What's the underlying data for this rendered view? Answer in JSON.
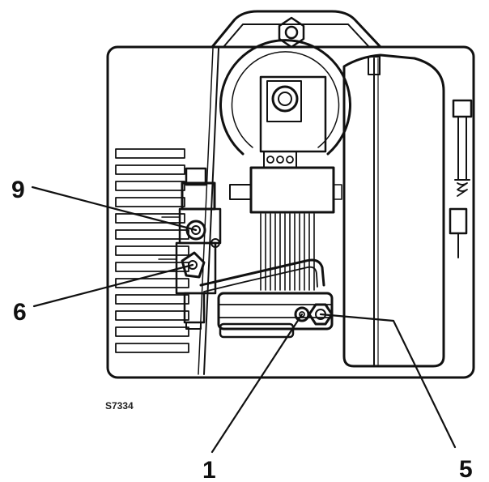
{
  "figure": {
    "code": "S7334",
    "callouts": {
      "c9": "9",
      "c6": "6",
      "c1": "1",
      "c5": "5"
    }
  },
  "colors": {
    "ink": "#111111",
    "paper": "#ffffff"
  }
}
